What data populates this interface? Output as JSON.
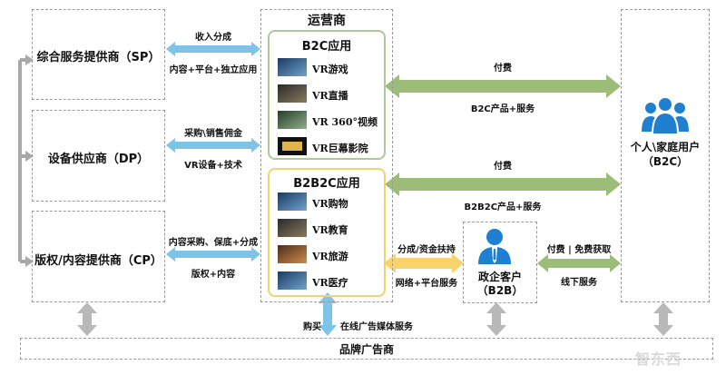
{
  "operator": {
    "title": "运营商",
    "b2c_group": {
      "title": "B2C应用",
      "apps": [
        "VR游戏",
        "VR直播",
        "VR 360°视频",
        "VR巨幕影院"
      ]
    },
    "b2b2c_group": {
      "title": "B2B2C应用",
      "apps": [
        "VR购物",
        "VR教育",
        "VR旅游",
        "VR医疗"
      ]
    }
  },
  "providers": {
    "sp": "综合服务提供商（SP）",
    "dp": "设备供应商（DP）",
    "cp": "版权/内容提供商（CP）"
  },
  "flows": {
    "sp_top": "收入分成",
    "sp_bottom": "内容+平台+独立应用",
    "dp_top": "采购\\销售佣金",
    "dp_bottom": "VR设备+技术",
    "cp_top": "内容采购、保底+分成",
    "cp_bottom": "版权+内容",
    "b2c_top": "付费",
    "b2c_bottom": "B2C产品+服务",
    "b2b2c_top": "付费",
    "b2b2c_bottom": "B2B2C产品+服务",
    "gov_top": "分成/资金扶持",
    "gov_bottom": "网络+平台服务",
    "offline_top": "付费 | 免费获取",
    "offline_bottom": "线下服务",
    "ad_left": "购买",
    "ad_right": "在线广告媒体服务"
  },
  "customers": {
    "home_user": "个人\\家庭用户（B2C）",
    "gov_client": "政企客户（B2B）",
    "brand_ads": "品牌广告商"
  },
  "watermark": "智东西",
  "colors": {
    "green_arrow": "#9bbd78",
    "blue_arrow": "#7ec3e8",
    "yellow_arrow": "#f7d36a",
    "gray_arrow": "#b8b8b8",
    "icon_blue": "#1f7fd1",
    "b2c_border": "#b0c79a",
    "b2b2c_border": "#f5d26b"
  }
}
